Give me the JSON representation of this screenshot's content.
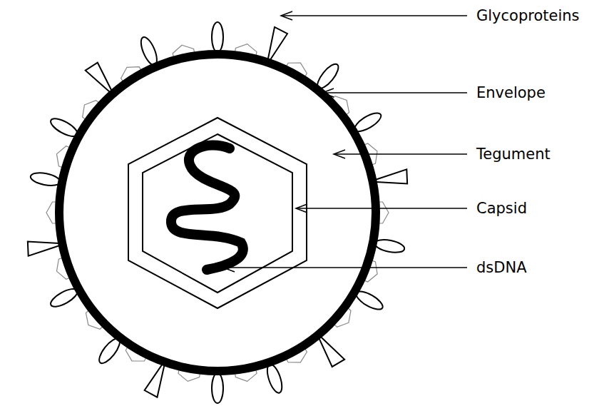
{
  "diagram": {
    "labels": [
      "Glycoproteins",
      "Envelope",
      "Tegument",
      "Capsid",
      "dsDNA"
    ]
  }
}
